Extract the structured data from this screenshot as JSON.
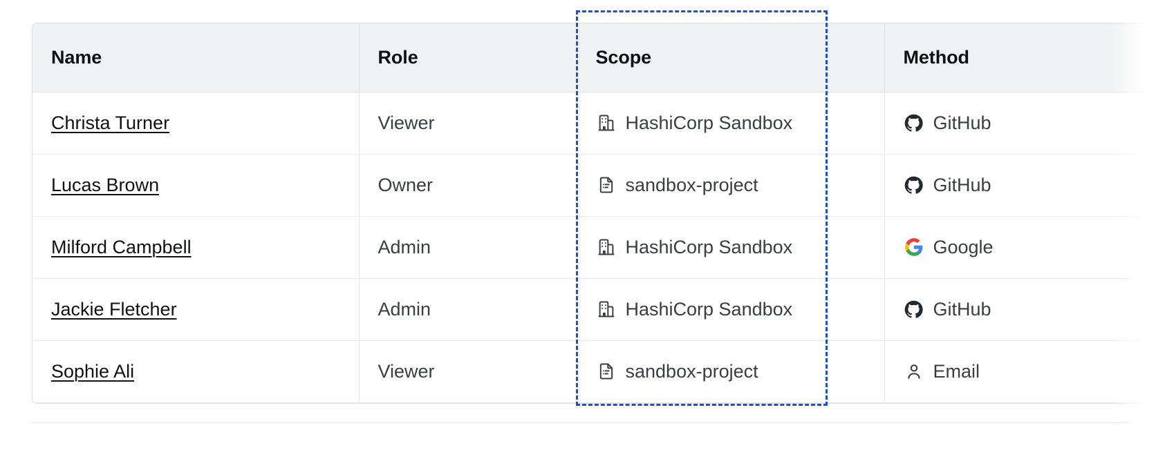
{
  "table": {
    "columns": [
      {
        "key": "name",
        "label": "Name"
      },
      {
        "key": "role",
        "label": "Role"
      },
      {
        "key": "scope",
        "label": "Scope"
      },
      {
        "key": "method",
        "label": "Method"
      }
    ],
    "rows": [
      {
        "name": "Christa Turner",
        "role": "Viewer",
        "scope": "HashiCorp Sandbox",
        "scope_icon": "building-icon",
        "method": "GitHub",
        "method_icon": "github-icon"
      },
      {
        "name": "Lucas Brown",
        "role": "Owner",
        "scope": "sandbox-project",
        "scope_icon": "file-icon",
        "method": "GitHub",
        "method_icon": "github-icon"
      },
      {
        "name": "Milford Campbell",
        "role": "Admin",
        "scope": "HashiCorp Sandbox",
        "scope_icon": "building-icon",
        "method": "Google",
        "method_icon": "google-icon"
      },
      {
        "name": "Jackie Fletcher",
        "role": "Admin",
        "scope": "HashiCorp Sandbox",
        "scope_icon": "building-icon",
        "method": "GitHub",
        "method_icon": "github-icon"
      },
      {
        "name": "Sophie Ali",
        "role": "Viewer",
        "scope": "sandbox-project",
        "scope_icon": "file-icon",
        "method": "Email",
        "method_icon": "person-icon"
      }
    ]
  },
  "highlight": {
    "target_column": "Scope",
    "color": "#1a4fd6",
    "style": "dashed"
  },
  "colors": {
    "header_background": "#f1f2f3",
    "border": "#dcdfe3",
    "row_border": "#e8eaec",
    "header_text": "#0e1116",
    "body_text": "#3b3d45",
    "link_text": "#101216",
    "github_icon": "#24292f",
    "scope_icon": "#3b3d45",
    "google_blue": "#4285f4",
    "google_red": "#ea4335",
    "google_yellow": "#fbbc05",
    "google_green": "#34a853"
  }
}
